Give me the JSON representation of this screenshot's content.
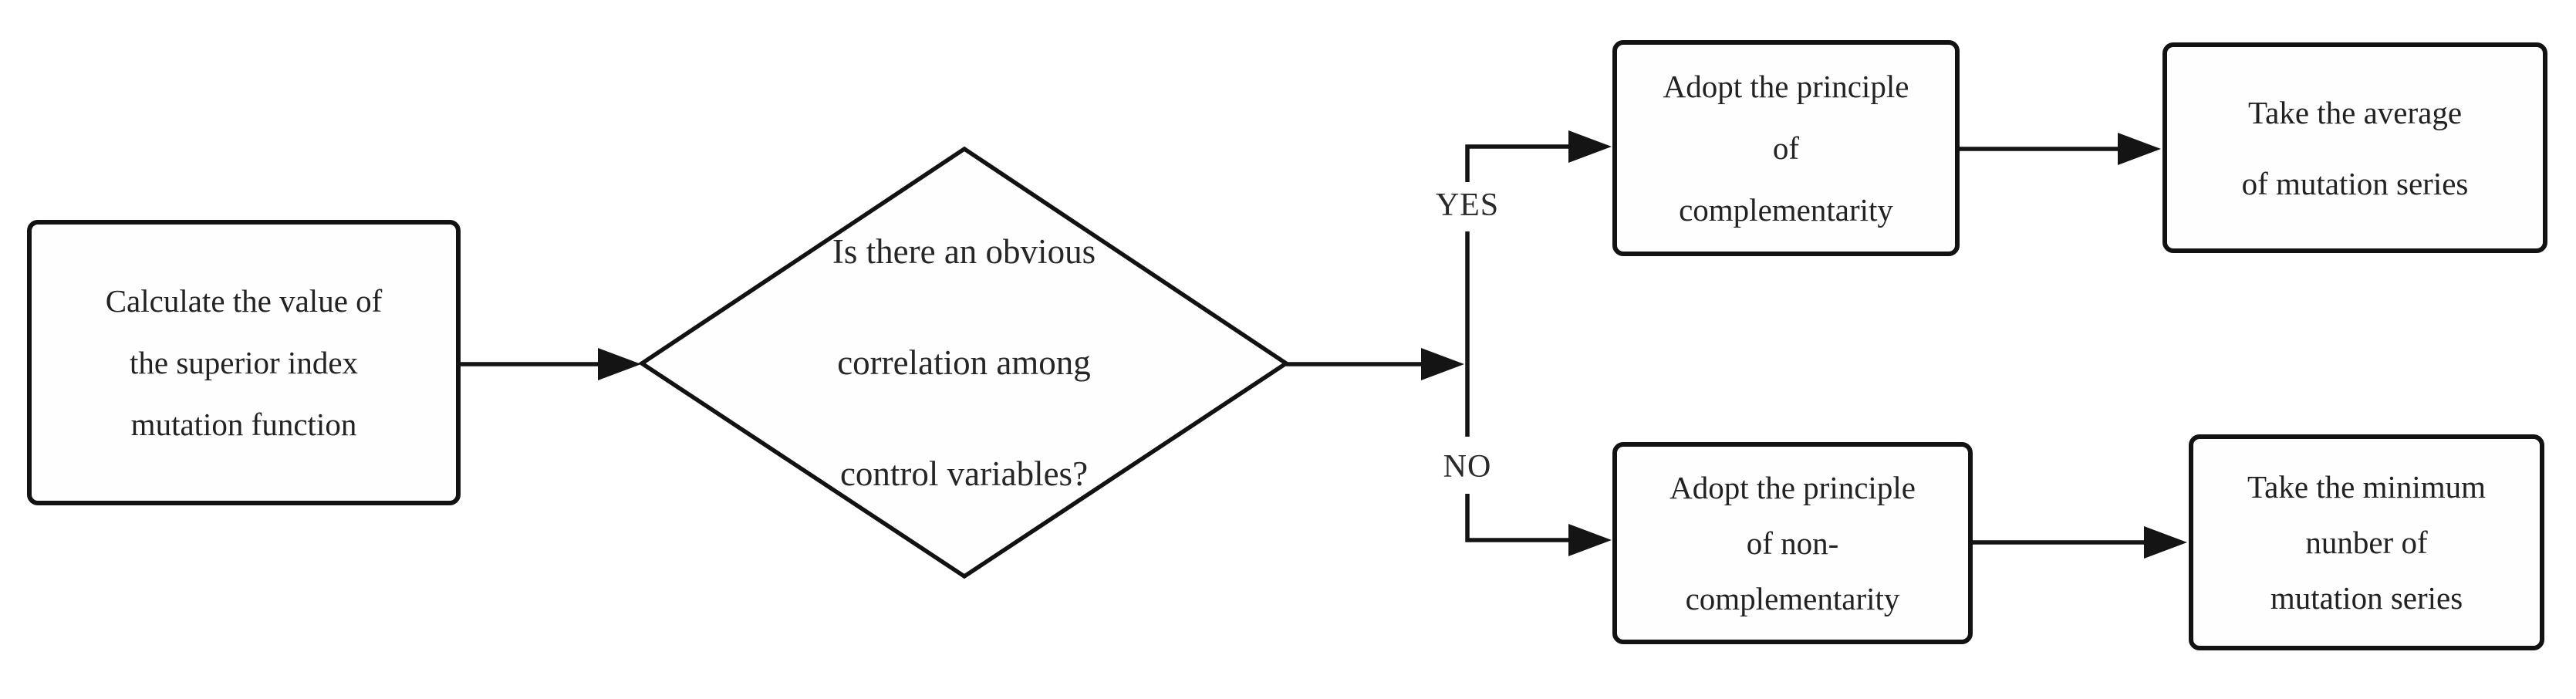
{
  "flowchart": {
    "background_color": "#ffffff",
    "line_color": "#141414",
    "text_color": "#222222",
    "nodes": {
      "calc": {
        "shape": "rectangle",
        "lines": [
          "Calculate the value of",
          "the superior index",
          "mutation function"
        ]
      },
      "decision": {
        "shape": "diamond",
        "lines": [
          "Is there an obvious",
          "correlation among",
          "control variables?"
        ]
      },
      "comp": {
        "shape": "rectangle",
        "lines": [
          "Adopt the principle",
          "of",
          "complementarity"
        ]
      },
      "avg": {
        "shape": "rectangle",
        "lines": [
          "Take the average",
          "of mutation series"
        ]
      },
      "noncomp": {
        "shape": "rectangle",
        "lines": [
          "Adopt the principle",
          "of non-",
          "complementarity"
        ]
      },
      "min": {
        "shape": "rectangle",
        "lines": [
          "Take the minimum",
          "nunber of",
          "mutation series"
        ]
      }
    },
    "labels": {
      "yes": "YES",
      "no": "NO"
    },
    "edges": [
      {
        "from": "calc",
        "to": "decision",
        "label": ""
      },
      {
        "from": "decision",
        "to": "comp",
        "label": "YES"
      },
      {
        "from": "comp",
        "to": "avg",
        "label": ""
      },
      {
        "from": "decision",
        "to": "noncomp",
        "label": "NO"
      },
      {
        "from": "noncomp",
        "to": "min",
        "label": ""
      }
    ]
  }
}
